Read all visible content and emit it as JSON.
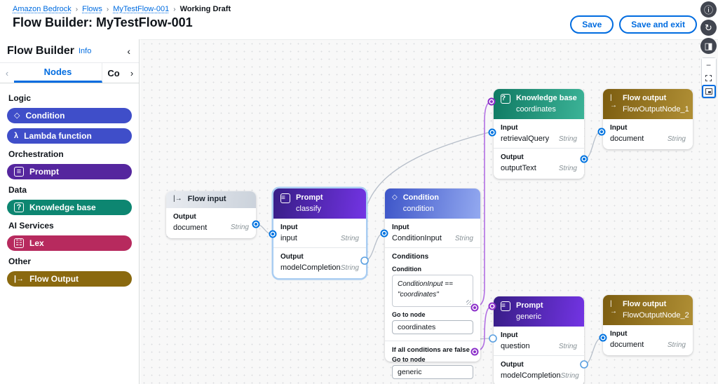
{
  "accent": {
    "link_blue": "#006ce0",
    "wire_gray": "#b6bec9",
    "wire_purple": "#b26fe3",
    "dot_blue": "#0073e0",
    "dot_purple": "#8b2fc9"
  },
  "breadcrumb": {
    "separator": "›",
    "items": [
      "Amazon Bedrock",
      "Flows",
      "MyTestFlow-001",
      "Working Draft"
    ]
  },
  "header": {
    "title": "Flow Builder: MyTestFlow-001",
    "save": "Save",
    "save_and_exit": "Save and exit"
  },
  "right_rail": {
    "info_icon": "ⓘ",
    "history_icon": "↻",
    "split_panel_icon": "◨",
    "zoom_out": "−"
  },
  "sidebar": {
    "title": "Flow Builder",
    "info": "Info",
    "collapse": "‹",
    "tab_prev": "‹",
    "tab_next": "›",
    "tab_nodes": "Nodes",
    "tab_config": "Co",
    "sections": [
      {
        "label": "Logic",
        "items": [
          {
            "label": "Condition",
            "color": "#3f4ec9",
            "icon": "condition-icon",
            "glyph": "◇"
          },
          {
            "label": "Lambda function",
            "color": "#3f4ec9",
            "icon": "lambda-icon",
            "glyph": "λ"
          }
        ]
      },
      {
        "label": "Orchestration",
        "items": [
          {
            "label": "Prompt",
            "color": "#55269e",
            "icon": "prompt-icon",
            "glyph": "≡"
          }
        ]
      },
      {
        "label": "Data",
        "items": [
          {
            "label": "Knowledge base",
            "color": "#0d8671",
            "icon": "knowledge-base-icon",
            "glyph": "?"
          }
        ]
      },
      {
        "label": "AI Services",
        "items": [
          {
            "label": "Lex",
            "color": "#b72a5e",
            "icon": "lex-icon",
            "glyph": "☷"
          }
        ]
      },
      {
        "label": "Other",
        "items": [
          {
            "label": "Flow Output",
            "color": "#8a690f",
            "icon": "flow-output-icon",
            "glyph": "|→"
          }
        ]
      }
    ]
  },
  "canvas": {
    "nodes": {
      "flow_input": {
        "title": "Flow input",
        "icon_glyph": "|→",
        "output_label": "Output",
        "row": {
          "name": "document",
          "type": "String"
        }
      },
      "classify": {
        "title": "Prompt",
        "subtitle": "classify",
        "icon_glyph": "≡",
        "input_label": "Input",
        "output_label": "Output",
        "input": {
          "name": "input",
          "type": "String"
        },
        "output": {
          "name": "modelCompletion",
          "type": "String"
        }
      },
      "condition": {
        "title": "Condition",
        "subtitle": "condition",
        "icon_glyph": "◇",
        "input_label": "Input",
        "input": {
          "name": "ConditionInput",
          "type": "String"
        },
        "conditions_label": "Conditions",
        "condition_label": "Condition",
        "expression": "ConditionInput ==\n\"coordinates\"",
        "goto_label": "Go to node",
        "goto_true": "coordinates",
        "false_label": "If all conditions are false",
        "goto_false_label": "Go to node",
        "goto_false": "generic"
      },
      "knowledge_base": {
        "title": "Knowledge base",
        "subtitle": "coordinates",
        "icon_glyph": "?",
        "input_label": "Input",
        "output_label": "Output",
        "input": {
          "name": "retrievalQuery",
          "type": "String"
        },
        "output": {
          "name": "outputText",
          "type": "String"
        }
      },
      "flow_output_1": {
        "title": "Flow output",
        "subtitle": "FlowOutputNode_1",
        "icon_glyph": "|→",
        "input_label": "Input",
        "row": {
          "name": "document",
          "type": "String"
        }
      },
      "generic": {
        "title": "Prompt",
        "subtitle": "generic",
        "icon_glyph": "≡",
        "input_label": "Input",
        "output_label": "Output",
        "input": {
          "name": "question",
          "type": "String"
        },
        "output": {
          "name": "modelCompletion",
          "type": "String"
        }
      },
      "flow_output_2": {
        "title": "Flow output",
        "subtitle": "FlowOutputNode_2",
        "icon_glyph": "|→",
        "input_label": "Input",
        "row": {
          "name": "document",
          "type": "String"
        }
      }
    }
  }
}
